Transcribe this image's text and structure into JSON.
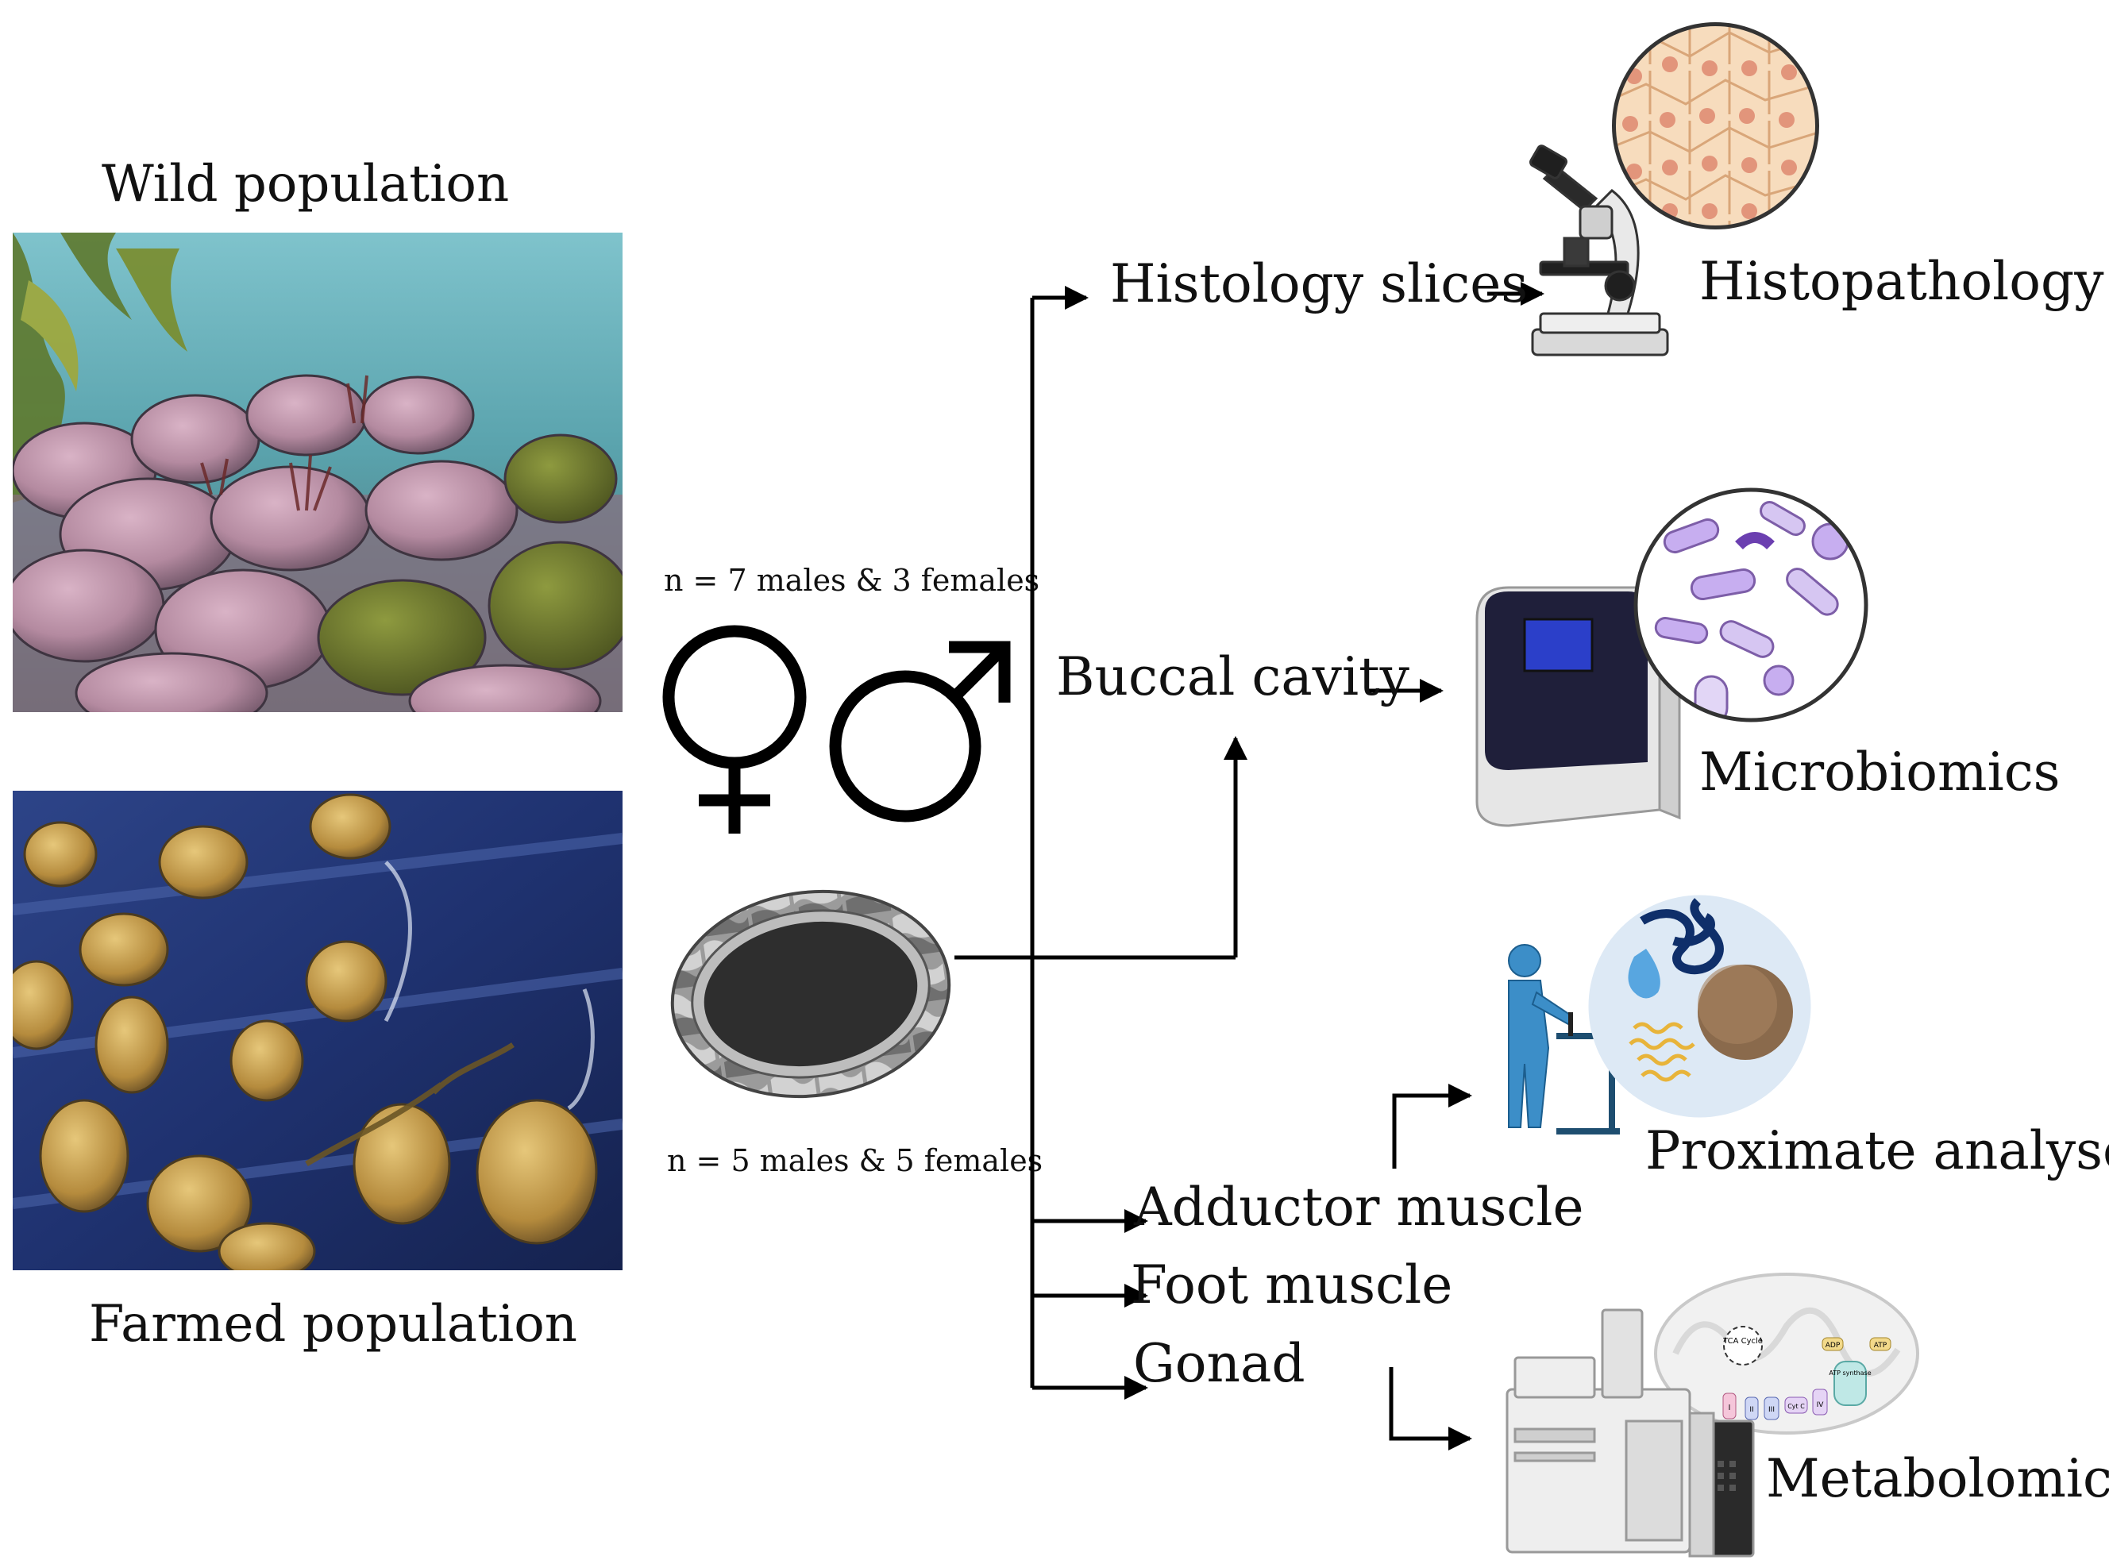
{
  "populations": {
    "wild": {
      "title": "Wild population",
      "sample": "n = 7 males & 3 females"
    },
    "farmed": {
      "title": "Farmed population",
      "sample": "n = 5 males & 5 females"
    }
  },
  "symbols": {
    "female": "♀",
    "male": "♂"
  },
  "tissues": {
    "histology": "Histology slices",
    "buccal": "Buccal cavity",
    "adductor": "Adductor muscle",
    "foot": "Foot muscle",
    "gonad": "Gonad"
  },
  "analyses": {
    "histopathology": "Histopathology",
    "microbiomics": "Microbiomics",
    "proximate": "Proximate analyses",
    "metabolomics": "Metabolomics"
  },
  "mito_labels": {
    "tca": "TCA Cycle",
    "adp": "ADP",
    "atp": "ATP",
    "atp_synthase": "ATP synthase",
    "complex_1": "I",
    "complex_2": "II",
    "complex_3": "III",
    "cytc": "Cyt C",
    "complex_4": "IV"
  },
  "colors": {
    "wild_water": "#5fa9b4",
    "farmed_tank": "#23356e",
    "shell_gold": "#c9a050",
    "cell_bg": "#f7dcbd",
    "bacteria": "#b99bd9",
    "device_dark": "#1f1f3a",
    "screen_blue": "#2b3fc9",
    "worker_blue": "#3c8ec8"
  }
}
